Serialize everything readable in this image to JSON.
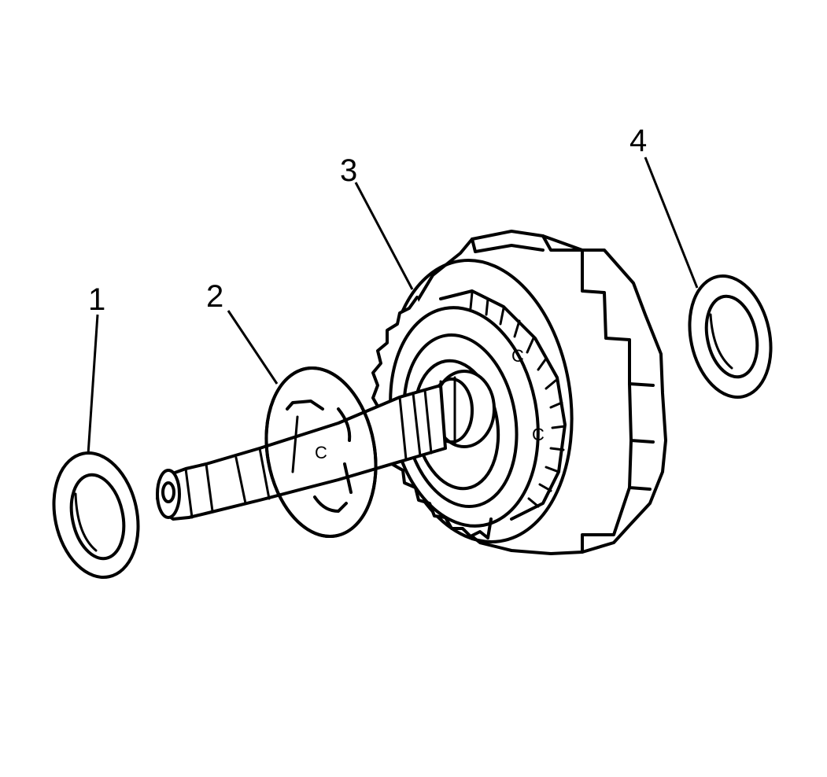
{
  "diagram": {
    "callouts": [
      {
        "id": "washer-1",
        "label": "1"
      },
      {
        "id": "washer-2",
        "label": "2"
      },
      {
        "id": "gear-assembly-3",
        "label": "3"
      },
      {
        "id": "washer-4",
        "label": "4"
      }
    ],
    "part_markings": {
      "shaft_mark": "C",
      "hub_mark_upper": "C",
      "hub_mark_lower": "C"
    }
  }
}
